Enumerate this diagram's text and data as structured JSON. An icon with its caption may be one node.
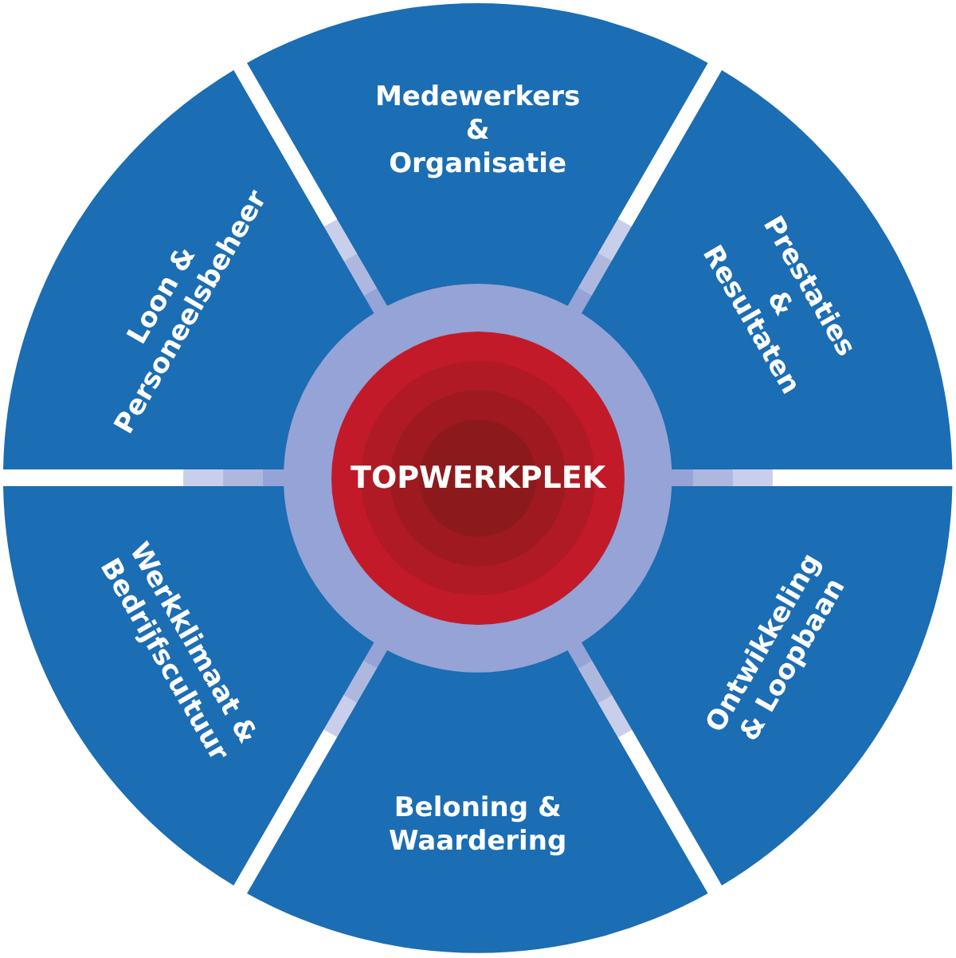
{
  "diagram": {
    "nodes": [
      {
        "text": [
          "Medewerkers & Organisatie"
        ]
      },
      {
        "text": [
          "Prestaties & Resultaten"
        ]
      },
      {
        "text": [
          "Ontwikkeling & Loopbaan"
        ]
      },
      {
        "text": [
          "Beloning & Waardering"
        ]
      },
      {
        "text": [
          "Werkklimaat & Bedrijfscultuur"
        ]
      },
      {
        "text": [
          "Loon & Personeelsbeheer"
        ]
      },
      {
        "text": [
          "TOPWERKPLEK"
        ]
      }
    ]
  }
}
